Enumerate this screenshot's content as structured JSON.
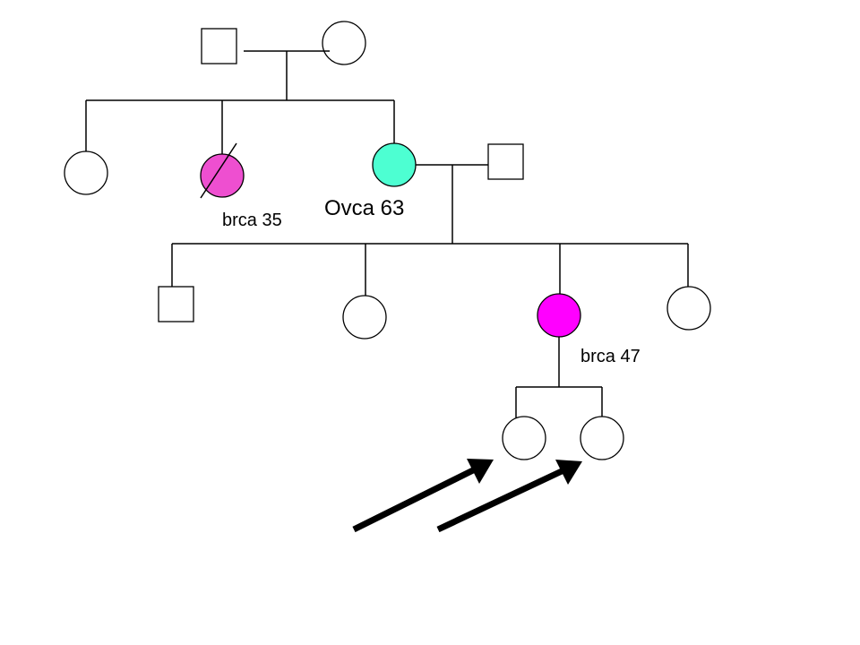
{
  "labels": {
    "aunt_brca": "brca 35",
    "grandmother_ovca": "Ovca 63",
    "mother_brca": "brca 47"
  },
  "colors": {
    "unaffected_fill": "#ffffff",
    "deceased_brca_fill": "#ee4fd0",
    "ovca_fill": "#4dffd2",
    "brca_fill": "#ff00ff",
    "stroke": "#000000",
    "arrow": "#000000"
  },
  "icons": {
    "arrows": "proband-arrow"
  }
}
